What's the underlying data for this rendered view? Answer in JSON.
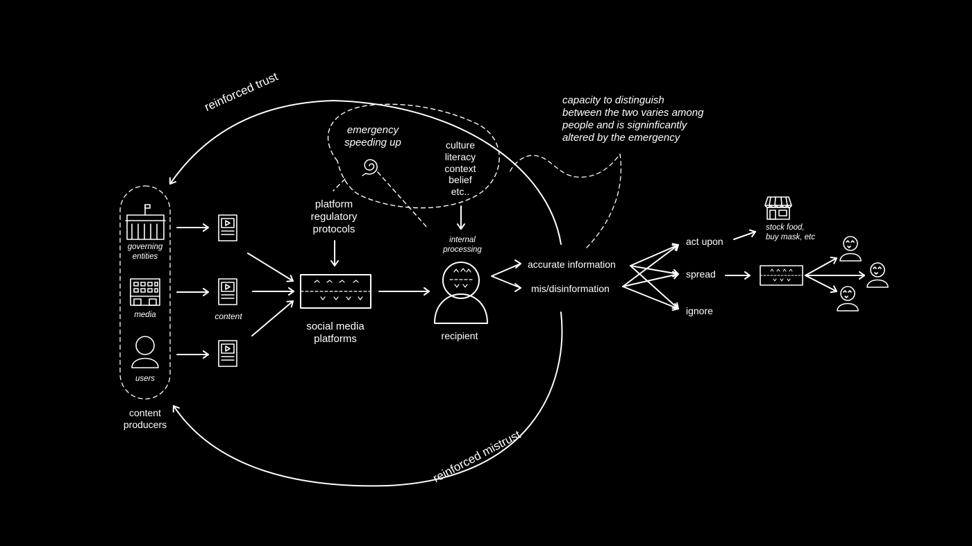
{
  "colors": {
    "background": "#000000",
    "line": "#ffffff"
  },
  "loop": {
    "trust_label": "reinforced trust",
    "mistrust_label": "reinforced mistrust"
  },
  "producers": {
    "governing_label_1": "governing",
    "governing_label_2": "entities",
    "media_label": "media",
    "users_label": "users",
    "group_label_1": "content",
    "group_label_2": "producers",
    "content_label": "content"
  },
  "platform": {
    "protocols_lines": [
      "platform",
      "regulatory",
      "protocols"
    ],
    "platforms_lines": [
      "social media",
      "platforms"
    ]
  },
  "emergency": {
    "label_lines": [
      "emergency",
      "speeding up"
    ],
    "factors": [
      "culture",
      "literacy",
      "context",
      "belief",
      "etc.."
    ]
  },
  "recipient": {
    "processing_lines": [
      "internal",
      "processing"
    ],
    "label": "recipient"
  },
  "capacity_note": [
    "capacity to distinguish",
    "between the two varies among",
    "people and is signinficantly",
    "altered by the emergency"
  ],
  "information": {
    "accurate": "accurate information",
    "mis": "mis/disinformation"
  },
  "actions": {
    "act_upon": "act upon",
    "spread": "spread",
    "ignore": "ignore",
    "act_result_lines": [
      "stock food,",
      "buy mask, etc"
    ]
  }
}
